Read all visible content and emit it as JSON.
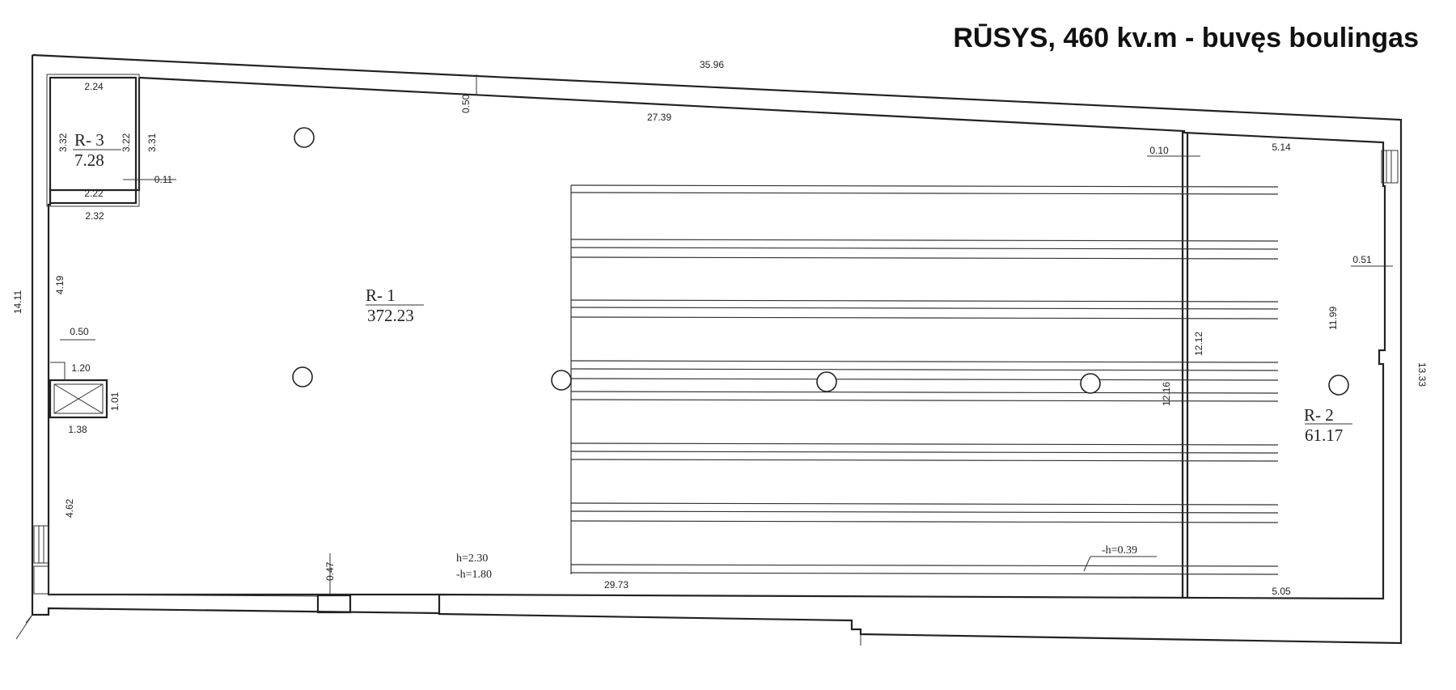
{
  "title": "RŪSYS, 460 kv.m - buvęs boulingas",
  "rooms": [
    {
      "id": "R- 1",
      "area": "372.23"
    },
    {
      "id": "R- 2",
      "area": "61.17"
    },
    {
      "id": "R- 3",
      "area": "7.28"
    }
  ],
  "dimensions": {
    "top_outer": "35.96",
    "top_inner": "27.39",
    "wall_top": "0.50",
    "r3_top": "2.24",
    "r3_left": "3.32",
    "r3_right_inner": "3.22",
    "r3_right_outer": "3.31",
    "r3_bottom_inner": "2.22",
    "r3_bottom_outer": "2.32",
    "r3_wall": "0.11",
    "left_outer": "14.11",
    "left_segment_upper": "4.19",
    "left_wall": "0.50",
    "shaft_top": "1.20",
    "shaft_side": "1.01",
    "shaft_bottom": "1.38",
    "left_segment_lower": "4.62",
    "bottom_post": "0.47",
    "bottom_lanes": "29.73",
    "partition_wall": "0.10",
    "r2_top": "5.14",
    "right_wall": "0.51",
    "r2_right": "11.99",
    "right_outer": "13.33",
    "partition_left": "12.16",
    "partition_right": "12.12",
    "r2_bottom": "5.05"
  },
  "heights": {
    "h": "h=2.30",
    "neg_h": "-h=1.80",
    "lane_level": "-h=0.39"
  }
}
